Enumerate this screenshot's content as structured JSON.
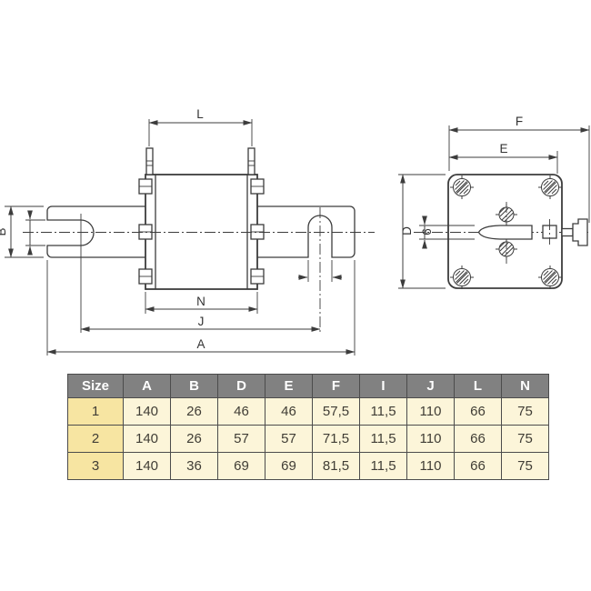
{
  "diagram": {
    "side_view": {
      "labels": {
        "L": "L",
        "B": "B",
        "N": "N",
        "J": "J",
        "A": "A"
      }
    },
    "front_view": {
      "labels": {
        "F": "F",
        "E": "E",
        "D": "D",
        "thickness": "6"
      }
    }
  },
  "table": {
    "header": [
      "Size",
      "A",
      "B",
      "D",
      "E",
      "F",
      "I",
      "J",
      "L",
      "N"
    ],
    "rows": [
      [
        "1",
        "140",
        "26",
        "46",
        "46",
        "57,5",
        "11,5",
        "110",
        "66",
        "75"
      ],
      [
        "2",
        "140",
        "26",
        "57",
        "57",
        "71,5",
        "11,5",
        "110",
        "66",
        "75"
      ],
      [
        "3",
        "140",
        "36",
        "69",
        "69",
        "81,5",
        "11,5",
        "110",
        "66",
        "75"
      ]
    ]
  },
  "colors": {
    "line": "#3c3c3c",
    "table_header_bg": "#818181",
    "table_header_text": "#ffffff",
    "size_column_bg": "#f7e5a2",
    "cell_bg": "#fcf5d9",
    "cell_border": "#4c4c4c"
  }
}
